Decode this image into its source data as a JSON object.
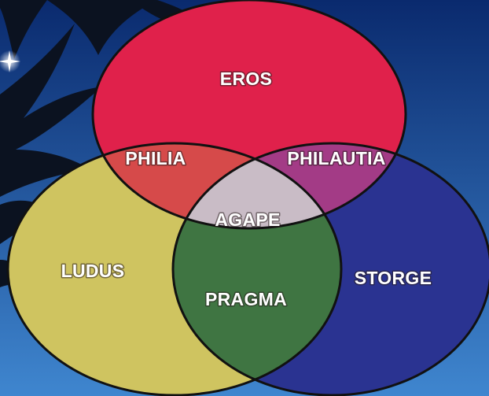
{
  "diagram": {
    "type": "venn-3",
    "sets": [
      {
        "id": "eros",
        "label": "EROS",
        "color": "#e0214b"
      },
      {
        "id": "ludus",
        "label": "LUDUS",
        "color": "#cfc460"
      },
      {
        "id": "storge",
        "label": "STORGE",
        "color": "#2a3391"
      }
    ],
    "intersections": [
      {
        "id": "philia",
        "sets": [
          "eros",
          "ludus"
        ],
        "label": "PHILIA",
        "color": "#d64a4a"
      },
      {
        "id": "philautia",
        "sets": [
          "eros",
          "storge"
        ],
        "label": "PHILAUTIA",
        "color": "#a33b86"
      },
      {
        "id": "pragma",
        "sets": [
          "ludus",
          "storge"
        ],
        "label": "PRAGMA",
        "color": "#3f7542"
      },
      {
        "id": "agape",
        "sets": [
          "eros",
          "ludus",
          "storge"
        ],
        "label": "AGAPE",
        "color": "#c9bcc6"
      }
    ]
  },
  "background": {
    "sky_top": "#0a2a6e",
    "sky_bottom": "#3f86cf",
    "foliage": "#0b1220",
    "star": "#ffffff"
  }
}
